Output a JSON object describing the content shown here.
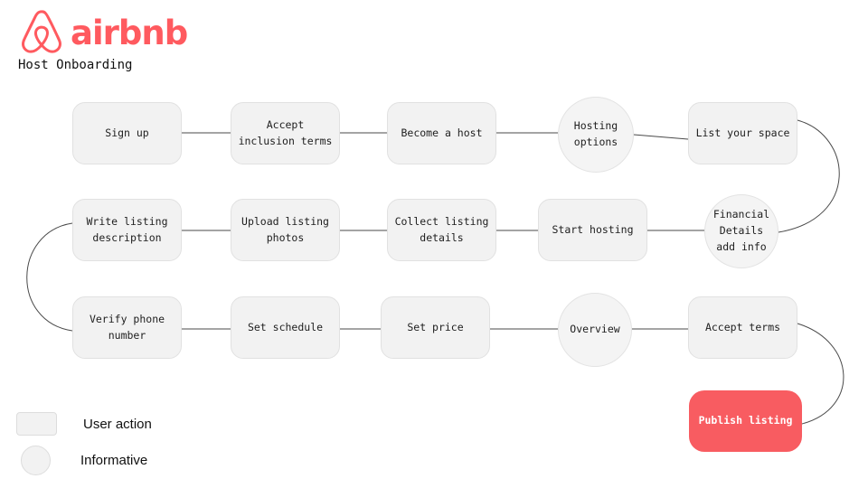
{
  "header": {
    "brand": "airbnb",
    "title": "Host Onboarding"
  },
  "colors": {
    "accent": "#FF5A5F",
    "publish_fill": "#F85C61",
    "node_fill": "#F2F2F2",
    "node_border": "#E1E1E1",
    "connector": "#4A4A4A"
  },
  "flow": {
    "nodes": [
      {
        "id": "sign-up",
        "label": "Sign up",
        "type": "action"
      },
      {
        "id": "accept-inclusion-terms",
        "label": "Accept inclusion terms",
        "type": "action"
      },
      {
        "id": "become-a-host",
        "label": "Become a host",
        "type": "action"
      },
      {
        "id": "hosting-options",
        "label": "Hosting options",
        "type": "informative"
      },
      {
        "id": "list-your-space",
        "label": "List your space",
        "type": "action"
      },
      {
        "id": "write-listing-description",
        "label": "Write listing description",
        "type": "action"
      },
      {
        "id": "upload-listing-photos",
        "label": "Upload listing photos",
        "type": "action"
      },
      {
        "id": "collect-listing-details",
        "label": "Collect listing details",
        "type": "action"
      },
      {
        "id": "start-hosting",
        "label": "Start hosting",
        "type": "action"
      },
      {
        "id": "financial-details-add-info",
        "label": "Financial Details add info",
        "type": "informative"
      },
      {
        "id": "verify-phone-number",
        "label": "Verify phone number",
        "type": "action"
      },
      {
        "id": "set-schedule",
        "label": "Set schedule",
        "type": "action"
      },
      {
        "id": "set-price",
        "label": "Set price",
        "type": "action"
      },
      {
        "id": "overview",
        "label": "Overview",
        "type": "informative"
      },
      {
        "id": "accept-terms",
        "label": "Accept terms",
        "type": "action"
      },
      {
        "id": "publish-listing",
        "label": "Publish listing",
        "type": "highlight"
      }
    ]
  },
  "legend": {
    "items": [
      {
        "shape": "rect",
        "label": "User action"
      },
      {
        "shape": "circle",
        "label": "Informative"
      }
    ]
  }
}
